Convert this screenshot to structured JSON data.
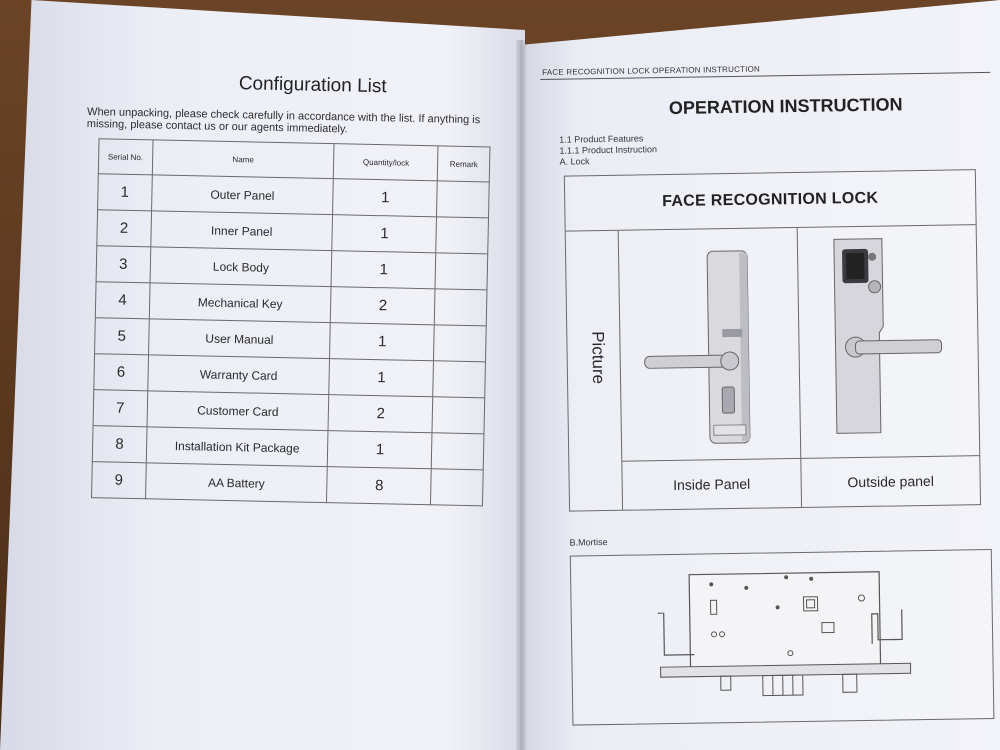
{
  "left_page": {
    "title": "Configuration List",
    "intro": "When unpacking, please check carefully in accordance with the list. If anything is missing, please contact us or our agents immediately.",
    "columns": [
      "Serial No.",
      "Name",
      "Quantity/lock",
      "Remark"
    ],
    "rows": [
      {
        "sn": "1",
        "name": "Outer Panel",
        "qty": "1",
        "remark": ""
      },
      {
        "sn": "2",
        "name": "Inner Panel",
        "qty": "1",
        "remark": ""
      },
      {
        "sn": "3",
        "name": "Lock Body",
        "qty": "1",
        "remark": ""
      },
      {
        "sn": "4",
        "name": "Mechanical Key",
        "qty": "2",
        "remark": ""
      },
      {
        "sn": "5",
        "name": "User Manual",
        "qty": "1",
        "remark": ""
      },
      {
        "sn": "6",
        "name": "Warranty Card",
        "qty": "1",
        "remark": ""
      },
      {
        "sn": "7",
        "name": "Customer Card",
        "qty": "2",
        "remark": ""
      },
      {
        "sn": "8",
        "name": "Installation Kit Package",
        "qty": "1",
        "remark": ""
      },
      {
        "sn": "9",
        "name": "AA Battery",
        "qty": "8",
        "remark": ""
      }
    ]
  },
  "right_page": {
    "running_header": "FACE RECOGNITION LOCK OPERATION INSTRUCTION",
    "title": "OPERATION INSTRUCTION",
    "section_1": "1.1  Product Features",
    "section_2": "1.1.1  Product Instruction",
    "section_3": "A. Lock",
    "lock_table_header": "FACE RECOGNITION LOCK",
    "side_label": "Picture",
    "caption_inside": "Inside Panel",
    "caption_outside": "Outside panel",
    "mortise_label": "B.Mortise"
  }
}
